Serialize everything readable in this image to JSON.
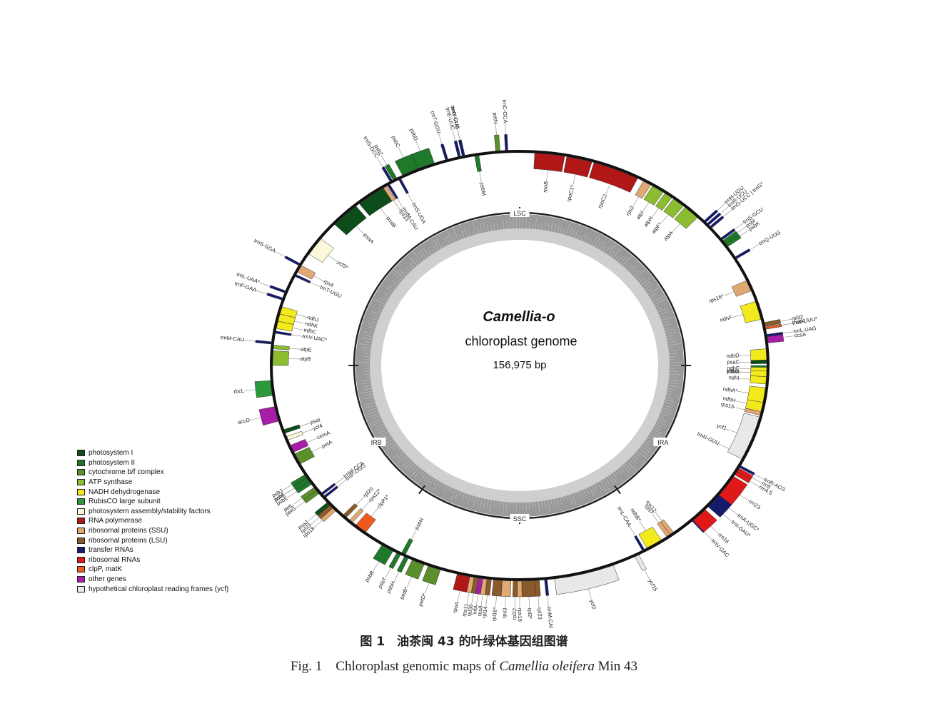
{
  "center": {
    "name": "Camellia-o",
    "subtitle": "chloroplast genome",
    "size": "156,975 bp"
  },
  "regions": [
    "LSC",
    "IRB",
    "SSC",
    "IRA"
  ],
  "legend": [
    {
      "label": "photosystem I",
      "color": "#0d4d1a"
    },
    {
      "label": "photosystem II",
      "color": "#1e7a2a"
    },
    {
      "label": "cytochrome b/f complex",
      "color": "#5b8f2c"
    },
    {
      "label": "ATP synthase",
      "color": "#8cbc2f"
    },
    {
      "label": "NADH dehydrogenase",
      "color": "#f2ea1c"
    },
    {
      "label": "RubisCO large subunit",
      "color": "#2b9a3a"
    },
    {
      "label": "photosystem assembly/stability factors",
      "color": "#fbf7d8"
    },
    {
      "label": "RNA polymerase",
      "color": "#b01818"
    },
    {
      "label": "ribosomal proteins (SSU)",
      "color": "#e0a872"
    },
    {
      "label": "ribosomal proteins (LSU)",
      "color": "#8a5a2b"
    },
    {
      "label": "transfer RNAs",
      "color": "#141a6e"
    },
    {
      "label": "ribosomal RNAs",
      "color": "#e01818"
    },
    {
      "label": "clpP, matK",
      "color": "#ee5a1e"
    },
    {
      "label": "other genes",
      "color": "#a61ea8"
    },
    {
      "label": "hypothetical chloroplast reading frames (ycf)",
      "color": "#e8e8e8"
    }
  ],
  "genes": [
    {
      "name": "psbA",
      "cat": 1,
      "side": "in",
      "ang": 358,
      "span": 4
    },
    {
      "name": "trnK-UUU*",
      "cat": 10,
      "side": "out",
      "ang": 10
    },
    {
      "name": "matK",
      "cat": 12,
      "side": "out",
      "ang": 10
    },
    {
      "name": "rps16*",
      "cat": 8,
      "side": "in",
      "ang": 22,
      "span": 3
    },
    {
      "name": "trnQ-UUG",
      "cat": 10,
      "side": "out",
      "ang": 30
    },
    {
      "name": "psbK",
      "cat": 1,
      "side": "out",
      "ang": 34,
      "span": 1
    },
    {
      "name": "psbI",
      "cat": 1,
      "side": "out",
      "ang": 35,
      "span": 1
    },
    {
      "name": "trnS-GCU",
      "cat": 10,
      "side": "out",
      "ang": 36
    },
    {
      "name": "trnG-UCC | trnG*",
      "cat": 10,
      "side": "out",
      "ang": 40
    },
    {
      "name": "trnR-UCU",
      "cat": 10,
      "side": "out",
      "ang": 41
    },
    {
      "name": "trnH-UGU",
      "cat": 10,
      "side": "out",
      "ang": 42
    },
    {
      "name": "atpA",
      "cat": 3,
      "side": "in",
      "ang": 46,
      "span": 4
    },
    {
      "name": "atpF*",
      "cat": 3,
      "side": "in",
      "ang": 50,
      "span": 3
    },
    {
      "name": "atpH",
      "cat": 3,
      "side": "in",
      "ang": 53,
      "span": 2
    },
    {
      "name": "atpI",
      "cat": 3,
      "side": "in",
      "ang": 56,
      "span": 3
    },
    {
      "name": "rps2",
      "cat": 8,
      "side": "in",
      "ang": 59,
      "span": 2
    },
    {
      "name": "rpoC2",
      "cat": 7,
      "side": "in",
      "ang": 67,
      "span": 11
    },
    {
      "name": "rpoC1*",
      "cat": 7,
      "side": "in",
      "ang": 76,
      "span": 6
    },
    {
      "name": "rpoB",
      "cat": 7,
      "side": "in",
      "ang": 83,
      "span": 7
    },
    {
      "name": "trnC-GCA",
      "cat": 10,
      "side": "out",
      "ang": 93
    },
    {
      "name": "petN",
      "cat": 2,
      "side": "out",
      "ang": 95,
      "span": 1
    },
    {
      "name": "psbM",
      "cat": 1,
      "side": "in",
      "ang": 100,
      "span": 1
    },
    {
      "name": "trnD-GUC",
      "cat": 10,
      "side": "out",
      "ang": 103
    },
    {
      "name": "trnY-GUA",
      "cat": 10,
      "side": "out",
      "ang": 103
    },
    {
      "name": "trnE-UUC",
      "cat": 10,
      "side": "out",
      "ang": 104
    },
    {
      "name": "trnT-GGU",
      "cat": 10,
      "side": "out",
      "ang": 107
    },
    {
      "name": "psbD",
      "cat": 1,
      "side": "out",
      "ang": 112,
      "span": 4
    },
    {
      "name": "psbC",
      "cat": 1,
      "side": "out",
      "ang": 116,
      "span": 4
    },
    {
      "name": "trnS-UGA",
      "cat": 10,
      "side": "in",
      "ang": 119
    },
    {
      "name": "psbZ",
      "cat": 1,
      "side": "out",
      "ang": 120,
      "span": 1
    },
    {
      "name": "trnG-GCC",
      "cat": 10,
      "side": "out",
      "ang": 121
    },
    {
      "name": "trnfM-CAU",
      "cat": 10,
      "side": "in",
      "ang": 122
    },
    {
      "name": "rps14",
      "cat": 8,
      "side": "in",
      "ang": 123,
      "span": 1
    },
    {
      "name": "psaB",
      "cat": 0,
      "side": "in",
      "ang": 127,
      "span": 7
    },
    {
      "name": "psaA",
      "cat": 0,
      "side": "in",
      "ang": 135,
      "span": 7
    },
    {
      "name": "ycf3*",
      "cat": 6,
      "side": "in",
      "ang": 146,
      "span": 5
    },
    {
      "name": "trnS-GGA",
      "cat": 10,
      "side": "out",
      "ang": 152
    },
    {
      "name": "rps4",
      "cat": 8,
      "side": "in",
      "ang": 153,
      "span": 2
    },
    {
      "name": "trnT-UGU",
      "cat": 10,
      "side": "in",
      "ang": 155
    },
    {
      "name": "trnL-UAA*",
      "cat": 10,
      "side": "out",
      "ang": 160
    },
    {
      "name": "trnF-GAA",
      "cat": 10,
      "side": "out",
      "ang": 162
    },
    {
      "name": "ndhJ",
      "cat": 4,
      "side": "in",
      "ang": 165,
      "span": 2
    },
    {
      "name": "ndhK",
      "cat": 4,
      "side": "in",
      "ang": 167,
      "span": 2
    },
    {
      "name": "ndhC",
      "cat": 4,
      "side": "in",
      "ang": 169,
      "span": 2
    },
    {
      "name": "trnV-UAC*",
      "cat": 10,
      "side": "in",
      "ang": 171
    },
    {
      "name": "trnM-CAU",
      "cat": 10,
      "side": "out",
      "ang": 174
    },
    {
      "name": "atpE",
      "cat": 3,
      "side": "in",
      "ang": 175,
      "span": 1
    },
    {
      "name": "atpB",
      "cat": 3,
      "side": "in",
      "ang": 178,
      "span": 4
    },
    {
      "name": "rbcL",
      "cat": 5,
      "side": "out",
      "ang": 186,
      "span": 4
    },
    {
      "name": "accD",
      "cat": 13,
      "side": "out",
      "ang": 193,
      "span": 4
    },
    {
      "name": "psaI",
      "cat": 0,
      "side": "in",
      "ang": 198,
      "span": 1
    },
    {
      "name": "ycf4",
      "cat": 6,
      "side": "in",
      "ang": 200,
      "span": 1
    },
    {
      "name": "cemA",
      "cat": 13,
      "side": "in",
      "ang": 203,
      "span": 2
    },
    {
      "name": "petA",
      "cat": 2,
      "side": "in",
      "ang": 206,
      "span": 3
    },
    {
      "name": "psbJ",
      "cat": 1,
      "side": "out",
      "ang": 211,
      "span": 1
    },
    {
      "name": "psbL",
      "cat": 1,
      "side": "out",
      "ang": 212,
      "span": 1
    },
    {
      "name": "psbF",
      "cat": 1,
      "side": "out",
      "ang": 212,
      "span": 1
    },
    {
      "name": "psbE",
      "cat": 1,
      "side": "out",
      "ang": 213,
      "span": 1
    },
    {
      "name": "petL",
      "cat": 2,
      "side": "out",
      "ang": 215,
      "span": 1
    },
    {
      "name": "petG",
      "cat": 2,
      "side": "out",
      "ang": 216,
      "span": 1
    },
    {
      "name": "trnW-CCA",
      "cat": 10,
      "side": "in",
      "ang": 217
    },
    {
      "name": "trnP-UGG",
      "cat": 10,
      "side": "in",
      "ang": 218
    },
    {
      "name": "psaJ",
      "cat": 0,
      "side": "out",
      "ang": 220,
      "span": 1
    },
    {
      "name": "rpl33",
      "cat": 9,
      "side": "out",
      "ang": 221,
      "span": 1
    },
    {
      "name": "rps18",
      "cat": 8,
      "side": "out",
      "ang": 222,
      "span": 1
    },
    {
      "name": "rpl20",
      "cat": 9,
      "side": "in",
      "ang": 225,
      "span": 1
    },
    {
      "name": "rps12*",
      "cat": 8,
      "side": "in",
      "ang": 227,
      "span": 1
    },
    {
      "name": "clpP1*",
      "cat": 12,
      "side": "in",
      "ang": 230,
      "span": 3
    },
    {
      "name": "psbB",
      "cat": 1,
      "side": "out",
      "ang": 238,
      "span": 3
    },
    {
      "name": "psbT",
      "cat": 1,
      "side": "out",
      "ang": 241,
      "span": 1
    },
    {
      "name": "psbN",
      "cat": 1,
      "side": "in",
      "ang": 242,
      "span": 1
    },
    {
      "name": "psbH",
      "cat": 1,
      "side": "out",
      "ang": 243,
      "span": 1
    },
    {
      "name": "petB*",
      "cat": 2,
      "side": "out",
      "ang": 246,
      "span": 3
    },
    {
      "name": "petD*",
      "cat": 2,
      "side": "out",
      "ang": 250,
      "span": 3
    },
    {
      "name": "rpoA",
      "cat": 7,
      "side": "out",
      "ang": 257,
      "span": 3
    },
    {
      "name": "rps11",
      "cat": 8,
      "side": "out",
      "ang": 259,
      "span": 1
    },
    {
      "name": "rpl36",
      "cat": 9,
      "side": "out",
      "ang": 260,
      "span": 1
    },
    {
      "name": "infA",
      "cat": 13,
      "side": "out",
      "ang": 261,
      "span": 1
    },
    {
      "name": "rps8",
      "cat": 8,
      "side": "out",
      "ang": 262,
      "span": 1
    },
    {
      "name": "rpl14",
      "cat": 9,
      "side": "out",
      "ang": 263,
      "span": 1
    },
    {
      "name": "rpl16*",
      "cat": 9,
      "side": "out",
      "ang": 265,
      "span": 2
    },
    {
      "name": "rps3",
      "cat": 8,
      "side": "out",
      "ang": 267,
      "span": 2
    },
    {
      "name": "rpl22",
      "cat": 9,
      "side": "out",
      "ang": 269,
      "span": 1
    },
    {
      "name": "rps19",
      "cat": 8,
      "side": "out",
      "ang": 270,
      "span": 1
    },
    {
      "name": "rpl2*",
      "cat": 9,
      "side": "out",
      "ang": 272,
      "span": 3
    },
    {
      "name": "rpl23",
      "cat": 9,
      "side": "out",
      "ang": 274,
      "span": 1
    },
    {
      "name": "trnM-CAU | trnI",
      "cat": 10,
      "side": "out",
      "ang": 276
    },
    {
      "name": "ycf2",
      "cat": 14,
      "side": "out",
      "ang": 285,
      "span": 14
    },
    {
      "name": "ycf15",
      "cat": 14,
      "side": "out",
      "ang": 298,
      "span": 1
    },
    {
      "name": "trnL-CAA",
      "cat": 10,
      "side": "in",
      "ang": 300
    },
    {
      "name": "ndhB*",
      "cat": 4,
      "side": "in",
      "ang": 303,
      "span": 4
    },
    {
      "name": "rps7",
      "cat": 8,
      "side": "in",
      "ang": 307,
      "span": 1
    },
    {
      "name": "rps12",
      "cat": 8,
      "side": "in",
      "ang": 308,
      "span": 1
    },
    {
      "name": "trnV-GAC",
      "cat": 10,
      "side": "out",
      "ang": 314
    },
    {
      "name": "rrn16",
      "cat": 11,
      "side": "out",
      "ang": 316,
      "span": 4
    },
    {
      "name": "trnI-GAU*",
      "cat": 10,
      "side": "out",
      "ang": 320,
      "span": 2
    },
    {
      "name": "trnA-UGC*",
      "cat": 10,
      "side": "out",
      "ang": 322,
      "span": 2
    },
    {
      "name": "rrn23",
      "cat": 11,
      "side": "out",
      "ang": 326,
      "span": 6
    },
    {
      "name": "rrn4.5",
      "cat": 11,
      "side": "out",
      "ang": 330,
      "span": 1
    },
    {
      "name": "rrn5",
      "cat": 11,
      "side": "out",
      "ang": 331,
      "span": 1
    },
    {
      "name": "trnR-ACG",
      "cat": 10,
      "side": "out",
      "ang": 332
    },
    {
      "name": "trnN-GUU",
      "cat": 10,
      "side": "in",
      "ang": 335
    },
    {
      "name": "ycf1",
      "cat": 14,
      "side": "in",
      "ang": 340,
      "span": 12
    },
    {
      "name": "rps15",
      "cat": 8,
      "side": "in",
      "ang": 347,
      "span": 1
    },
    {
      "name": "ndhH",
      "cat": 4,
      "side": "in",
      "ang": 349,
      "span": 3
    },
    {
      "name": "ndhA*",
      "cat": 4,
      "side": "in",
      "ang": 352,
      "span": 4
    },
    {
      "name": "ndhI",
      "cat": 4,
      "side": "in",
      "ang": 356,
      "span": 2
    },
    {
      "name": "ndhG",
      "cat": 4,
      "side": "in",
      "ang": 358,
      "span": 2
    },
    {
      "name": "ndhE",
      "cat": 4,
      "side": "in",
      "ang": 359,
      "span": 1
    },
    {
      "name": "psaC",
      "cat": 0,
      "side": "in",
      "ang": 1,
      "span": 1
    },
    {
      "name": "ndhD",
      "cat": 4,
      "side": "in",
      "ang": 3,
      "span": 3
    },
    {
      "name": "ccsA",
      "cat": 13,
      "side": "out",
      "ang": 7,
      "span": 2
    },
    {
      "name": "trnL-UAG",
      "cat": 10,
      "side": "out",
      "ang": 8
    },
    {
      "name": "rpl32",
      "cat": 9,
      "side": "out",
      "ang": 11,
      "span": 1
    },
    {
      "name": "ndhF",
      "cat": 4,
      "side": "in",
      "ang": 15,
      "span": 5
    }
  ],
  "caption_cn": "图 1　油茶闽 43 的叶绿体基因组图谱",
  "caption_en_pre": "Fig. 1　Chloroplast genomic maps of ",
  "caption_en_species": "Camellia oleifera",
  "caption_en_post": " Min 43"
}
